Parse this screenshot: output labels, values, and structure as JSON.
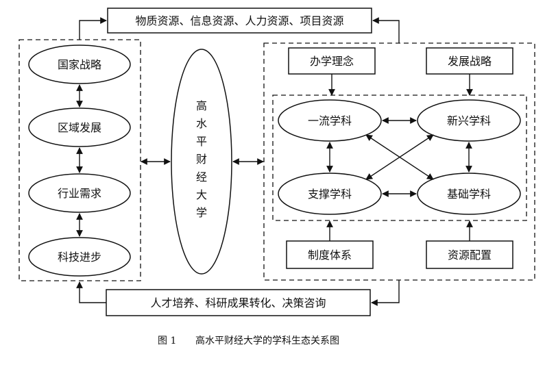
{
  "top_box": "物质资源、信息资源、人力资源、项目资源",
  "bottom_box": "人才培养、科研成果转化、决策咨询",
  "left_chain": [
    "国家战略",
    "区域发展",
    "行业需求",
    "科技进步"
  ],
  "center_chars": [
    "高",
    "水",
    "平",
    "财",
    "经",
    "大",
    "学"
  ],
  "right_top": [
    "办学理念",
    "发展战略"
  ],
  "disciplines": {
    "first_class": "一流学科",
    "emerging": "新兴学科",
    "supporting": "支撑学科",
    "basic": "基础学科"
  },
  "right_bottom": [
    "制度体系",
    "资源配置"
  ],
  "caption": {
    "number": "图 1",
    "title": "高水平财经大学的学科生态关系图"
  }
}
